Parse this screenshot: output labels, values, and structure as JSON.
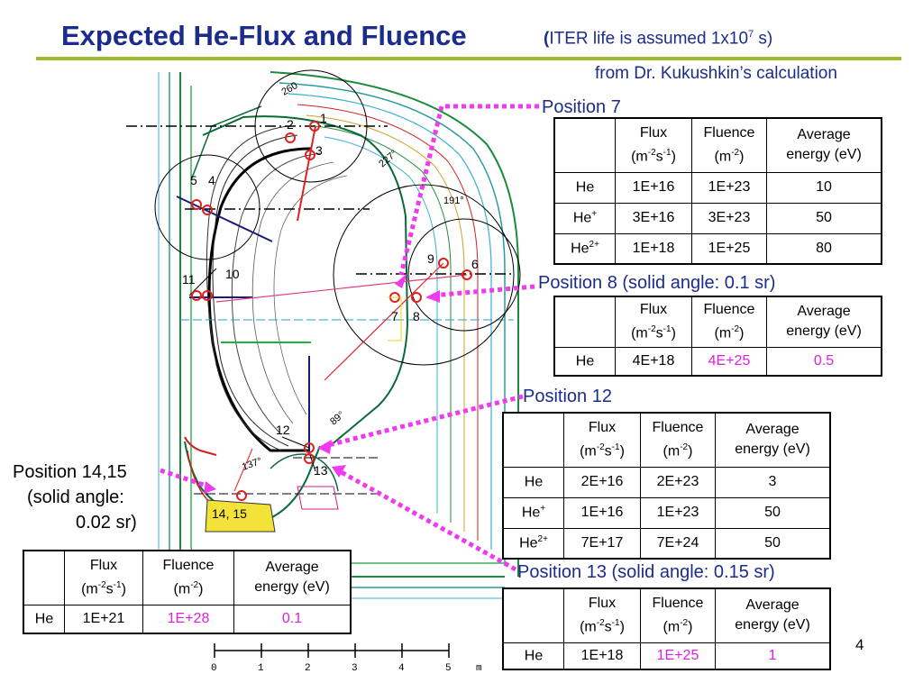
{
  "header": {
    "title": "Expected He-Flux and Fluence",
    "subtitle_paren_open": "(",
    "subtitle_text": "ITER life is assumed 1x10",
    "subtitle_exp": "7",
    "subtitle_tail": " s)",
    "source": "from Dr. Kukushkin’s calculation"
  },
  "colors": {
    "title": "#1c2c8c",
    "rule": "#9dbc2b",
    "highlight": "#e020e0",
    "arrow": "#f03af0"
  },
  "table_headers": {
    "flux": "Flux",
    "flux_unit_base": "(m",
    "flux_unit_exp1": "-2",
    "flux_unit_mid": "s",
    "flux_unit_exp2": "-1",
    "flux_unit_close": ")",
    "fluence": "Fluence",
    "fluence_unit_base": "(m",
    "fluence_unit_exp": "-2",
    "fluence_unit_close": ")",
    "energy_line1": "Average",
    "energy_line2": "energy (eV)"
  },
  "positions": {
    "p7": {
      "label": "Position 7",
      "rows": [
        {
          "species": "He",
          "sup": "",
          "flux": "1E+16",
          "fluence": "1E+23",
          "energy": "10"
        },
        {
          "species": "He",
          "sup": "+",
          "flux": "3E+16",
          "fluence": "3E+23",
          "energy": "50"
        },
        {
          "species": "He",
          "sup": "2+",
          "flux": "1E+18",
          "fluence": "1E+25",
          "energy": "80"
        }
      ]
    },
    "p8": {
      "label": "Position 8 (solid angle: 0.1 sr)",
      "rows": [
        {
          "species": "He",
          "sup": "",
          "flux": "4E+18",
          "fluence": "4E+25",
          "energy": "0.5"
        }
      ]
    },
    "p12": {
      "label": "Position 12",
      "rows": [
        {
          "species": "He",
          "sup": "",
          "flux": "2E+16",
          "fluence": "2E+23",
          "energy": "3"
        },
        {
          "species": "He",
          "sup": "+",
          "flux": "1E+16",
          "fluence": "1E+23",
          "energy": "50"
        },
        {
          "species": "He",
          "sup": "2+",
          "flux": "7E+17",
          "fluence": "7E+24",
          "energy": "50"
        }
      ]
    },
    "p13": {
      "label": "Position 13 (solid angle: 0.15 sr)",
      "rows": [
        {
          "species": "He",
          "sup": "",
          "flux": "1E+18",
          "fluence": "1E+25",
          "energy": "1"
        }
      ]
    },
    "p1415": {
      "label_line1": "Position 14,15",
      "label_line2": "(solid angle:",
      "label_line3": "0.02 sr)",
      "rows": [
        {
          "species": "He",
          "sup": "",
          "flux": "1E+21",
          "fluence": "1E+28",
          "energy": "0.1"
        }
      ]
    }
  },
  "diagram": {
    "markers": [
      "1",
      "2",
      "3",
      "4",
      "5",
      "6",
      "7",
      "8",
      "9",
      "10",
      "11",
      "12",
      "13",
      "14, 15"
    ],
    "angles": [
      "260",
      "227°",
      "191°",
      "89°",
      "137°"
    ],
    "scale_ticks": [
      "0",
      "1",
      "2",
      "3",
      "4",
      "5"
    ],
    "scale_unit": "m"
  },
  "page_number": "4"
}
